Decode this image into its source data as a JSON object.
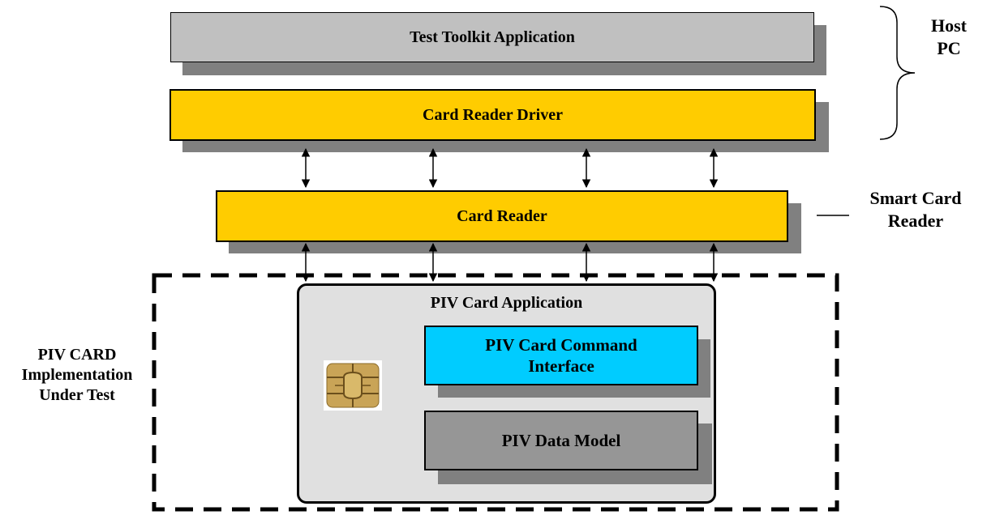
{
  "colors": {
    "toolkit_fill": "#c0c0c0",
    "reader_fill": "#ffcc00",
    "command_fill": "#00ccff",
    "data_model_fill": "#969696",
    "card_fill": "#e0e0e0",
    "shadow": "#808080",
    "line": "#000000"
  },
  "host": {
    "toolkit_label": "Test Toolkit Application",
    "driver_label": "Card Reader Driver",
    "group_label": "Host\nPC",
    "group_marker": "right-brace"
  },
  "reader": {
    "label": "Card Reader",
    "group_label": "Smart Card\nReader"
  },
  "card": {
    "application_label": "PIV Card Application",
    "command_label": "PIV Card Command\nInterface",
    "data_model_label": "PIV Data Model",
    "chip_icon": "smart-card-chip-icon",
    "group_label": "PIV CARD\nImplementation\nUnder Test",
    "group_border": "dashed"
  },
  "connectors": {
    "count_per_level": 4,
    "style": "bidirectional-arrow"
  }
}
